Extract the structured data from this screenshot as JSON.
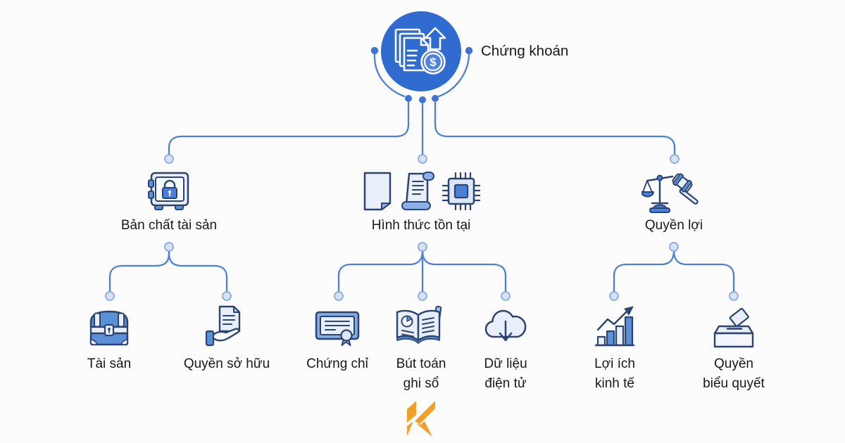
{
  "colors": {
    "background": "#fcfcfd",
    "root_circle": "#306bd0",
    "connector_line": "#4c7fd6",
    "solid_dot": "#3d74d6",
    "open_dot_fill": "#d7e2f7",
    "open_dot_stroke": "#84a7e2",
    "icon_stroke": "#2c4470",
    "icon_fill_light": "#e8eefa",
    "icon_fill_mid": "#5b8fd6",
    "logo_orange": "#f0a12c",
    "text": "#17181a"
  },
  "tree": {
    "root": {
      "label": "Chứng khoán",
      "icon": "securities-documents-growth-coin-icon",
      "coin_symbol": "$"
    },
    "branches": [
      {
        "label": "Bản chất tài sản",
        "icons": [
          "safe-icon"
        ],
        "children": [
          {
            "label": "Tài sản",
            "icon": "treasure-chest-icon"
          },
          {
            "label": "Quyền sở hữu",
            "icon": "hand-holding-document-icon"
          }
        ]
      },
      {
        "label": "Hình thức tồn tại",
        "icons": [
          "document-icon",
          "scroll-icon",
          "microchip-icon"
        ],
        "children": [
          {
            "label": "Chứng chỉ",
            "icon": "certificate-icon"
          },
          {
            "label": "Bút toán ghi sổ",
            "label_lines": [
              "Bút toán",
              "ghi sổ"
            ],
            "icon": "ledger-book-pen-icon"
          },
          {
            "label": "Dữ liệu điện tử",
            "label_lines": [
              "Dữ liệu",
              "điện tử"
            ],
            "icon": "cloud-download-icon"
          }
        ]
      },
      {
        "label": "Quyền lợi",
        "icons": [
          "scale-gavel-icon"
        ],
        "children": [
          {
            "label": "Lợi ích kinh tế",
            "label_lines": [
              "Lợi ích",
              "kinh tế"
            ],
            "icon": "growth-bar-chart-icon"
          },
          {
            "label": "Quyền biểu quyết",
            "label_lines": [
              "Quyền",
              "biểu quyết"
            ],
            "icon": "ballot-box-icon"
          }
        ]
      }
    ]
  },
  "footer": {
    "logo_icon": "k-mark-logo"
  }
}
